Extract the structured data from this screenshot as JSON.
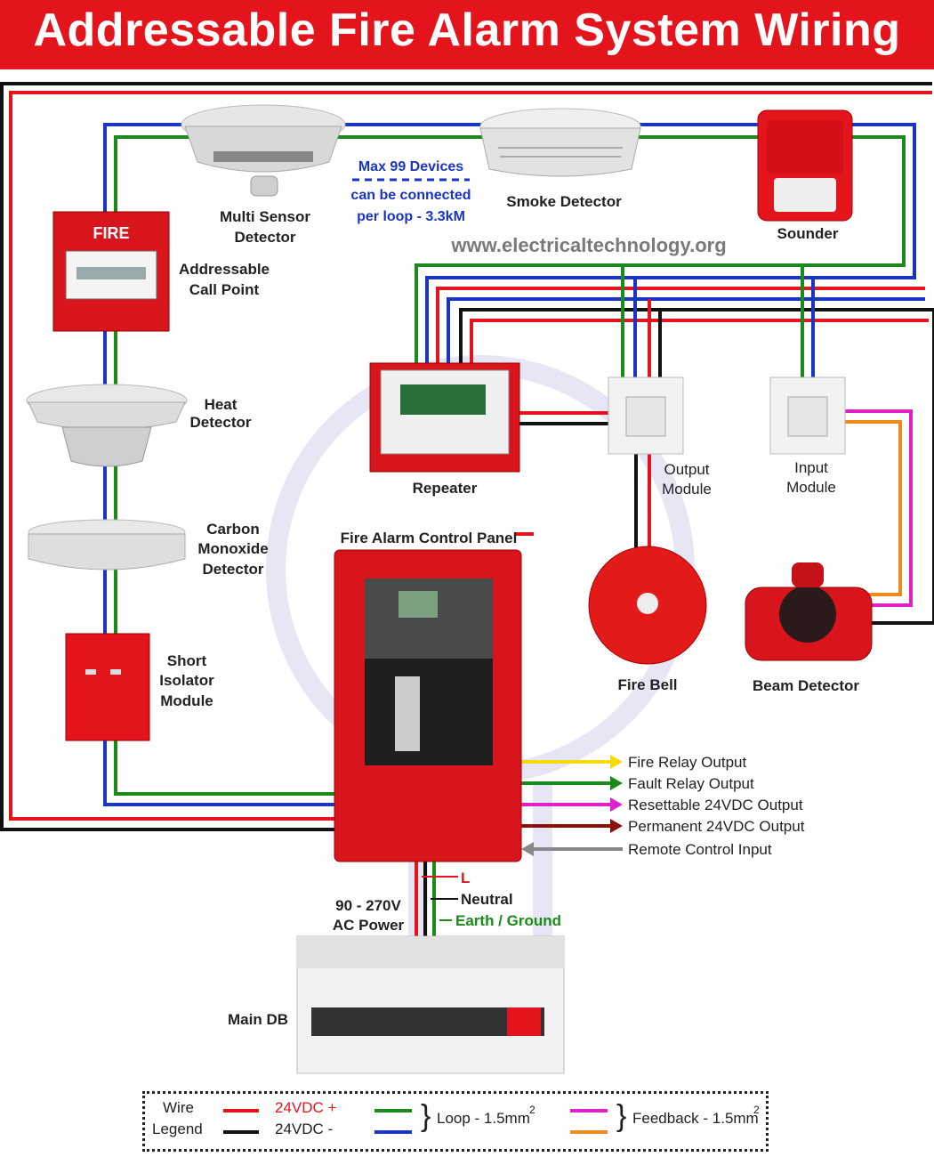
{
  "title": "Addressable Fire Alarm System Wiring",
  "website": "www.electricaltechnology.org",
  "loop_note": [
    "Max 99 Devices",
    "can be connected",
    "per loop - 3.3kM"
  ],
  "devices": {
    "multi_sensor": [
      "Multi Sensor",
      "Detector"
    ],
    "smoke": "Smoke Detector",
    "sounder": "Sounder",
    "call_point": [
      "Addressable",
      "Call Point"
    ],
    "call_point_face": "FIRE",
    "heat": [
      "Heat",
      "Detector"
    ],
    "co": [
      "Carbon",
      "Monoxide",
      "Detector"
    ],
    "isolator": [
      "Short",
      "Isolator",
      "Module"
    ],
    "repeater": "Repeater",
    "output_module": [
      "Output",
      "Module"
    ],
    "input_module": [
      "Input",
      "Module"
    ],
    "panel": "Fire Alarm Control Panel",
    "fire_bell": "Fire Bell",
    "beam": "Beam Detector",
    "main_db": "Main DB"
  },
  "outputs": [
    {
      "label": "Fire Relay Output",
      "color": "#f5d90a"
    },
    {
      "label": "Fault Relay Output",
      "color": "#1a8a1a"
    },
    {
      "label": "Resettable 24VDC Output",
      "color": "#e020c8"
    },
    {
      "label": "Permanent 24VDC Output",
      "color": "#8a0f0f"
    },
    {
      "label": "Remote Control Input",
      "color": "#888888"
    }
  ],
  "power": {
    "label": [
      "90 - 270V",
      "AC Power"
    ],
    "l": "L",
    "neutral": "Neutral",
    "earth": "Earth / Ground"
  },
  "legend": {
    "title": [
      "Wire",
      "Legend"
    ],
    "pos": "24VDC +",
    "neg": "24VDC -",
    "loop": "Loop - 1.5mm",
    "feedback": "Feedback - 1.5mm",
    "sup": "2",
    "colors": {
      "red": "#e3141c",
      "black": "#111111",
      "green": "#1a8a1a",
      "blue": "#1a34c4",
      "magenta": "#e020c8",
      "orange": "#f08a1a"
    }
  }
}
